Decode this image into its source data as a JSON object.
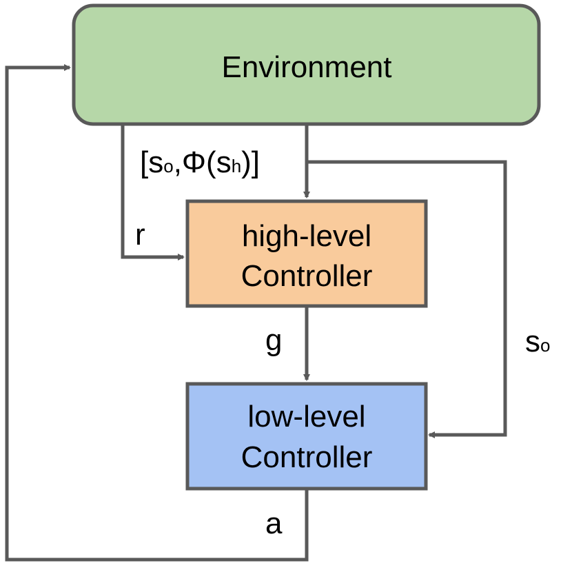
{
  "nodes": {
    "environment": {
      "label": "Environment",
      "fill": "#b6d7a8"
    },
    "high_level": {
      "line1": "high-level",
      "line2": "Controller",
      "fill": "#f9cb9c"
    },
    "low_level": {
      "line1": "low-level",
      "line2": "Controller",
      "fill": "#a4c2f4"
    }
  },
  "edges": {
    "observation": {
      "open": "[",
      "s": "s",
      "s_sub": "o",
      "comma_phi": ",Φ(",
      "sh": "s",
      "sh_sub": "h",
      "close": ")]"
    },
    "reward": {
      "label": "r"
    },
    "goal": {
      "label": "g"
    },
    "state_to_low": {
      "s": "s",
      "sub": "o"
    },
    "action": {
      "label": "a"
    }
  },
  "colors": {
    "stroke": "#595959",
    "text": "#000000"
  }
}
